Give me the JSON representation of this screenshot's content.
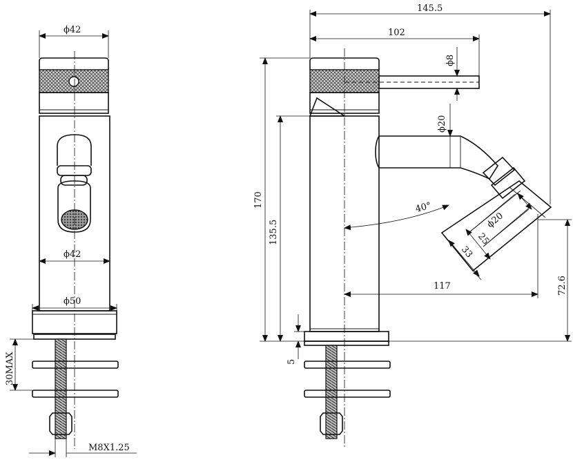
{
  "dimensions": {
    "phi42_top": "ϕ42",
    "phi42_mid": "ϕ42",
    "phi50": "ϕ50",
    "max30": "30MAX",
    "thread": "M8X1.25",
    "d145_5": "145.5",
    "d102": "102",
    "d8": "ϕ8",
    "d20_spout": "ϕ20",
    "d20_outlet": "ϕ20",
    "d170": "170",
    "d135_5": "135.5",
    "angle40": "40°",
    "d117": "117",
    "d33": "33",
    "d25": "25",
    "d72_6": "72.6",
    "d5": "5"
  },
  "colors": {
    "line": "#111111",
    "background": "#ffffff"
  }
}
